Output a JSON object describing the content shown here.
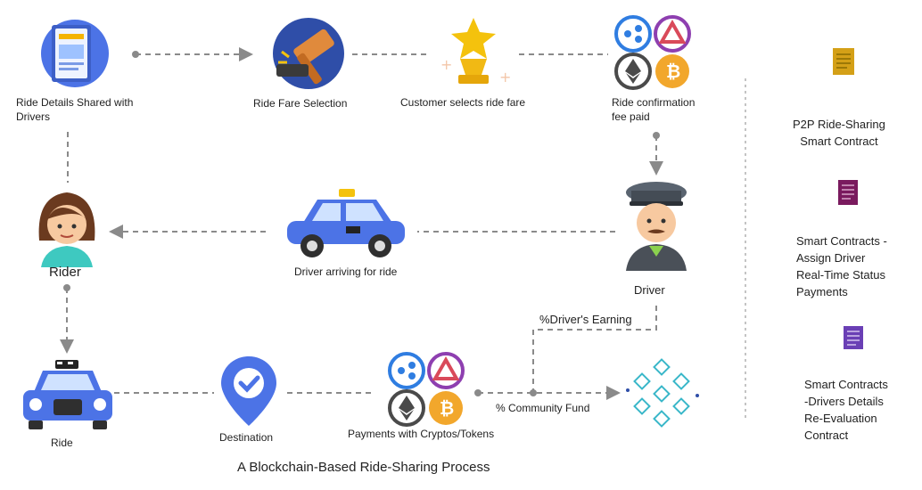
{
  "caption": "A Blockchain-Based Ride-Sharing Process",
  "nodes": {
    "ride_details": "Ride Details Shared with\nDrivers",
    "ride_fare_selection": "Ride Fare Selection",
    "customer_selects": "Customer selects ride fare",
    "ride_confirmation": "Ride confirmation\nfee paid",
    "rider": "Rider",
    "driver_arriving": "Driver arriving for ride",
    "driver": "Driver",
    "ride": "Ride",
    "destination": "Destination",
    "payments": "Payments with Cryptos/Tokens",
    "drivers_earning": "%Driver's Earning",
    "community_fund": "% Community Fund"
  },
  "contracts": [
    {
      "label": "P2P Ride-Sharing\nSmart Contract",
      "color": "#d4a017"
    },
    {
      "label": "Smart Contracts -\nAssign Driver\nReal-Time Status\nPayments",
      "color": "#7a1a5e"
    },
    {
      "label": "Smart Contracts\n-Drivers Details\nRe-Evaluation\nContract",
      "color": "#6a3fb5"
    }
  ],
  "colors": {
    "arrow": "#8a8a8a",
    "xrp": "#2f7de1",
    "bat": "#8e3fb0",
    "eth": "#4a4a4a",
    "btc": "#f2a72c",
    "blockchain": "#39b7c9",
    "taxi": "#4c73e6"
  }
}
